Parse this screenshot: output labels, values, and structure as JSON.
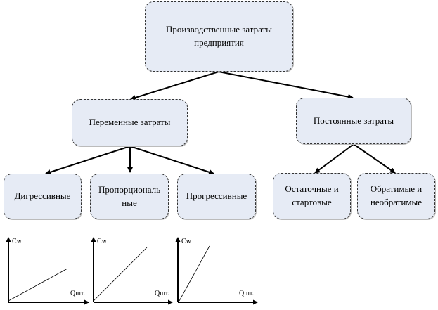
{
  "diagram": {
    "root": {
      "label": "Производственные затраты\nпредприятия"
    },
    "variable": {
      "label": "Переменные затраты"
    },
    "fixed": {
      "label": "Постоянные затраты"
    },
    "degressive": {
      "label": "Дигрессивные"
    },
    "proportional": {
      "label": "Пропорциональ\nные"
    },
    "progressive": {
      "label": "Прогрессивные"
    },
    "residual": {
      "label": "Остаточные и\nстартовые"
    },
    "reversible": {
      "label": "Обратимые и\nнеобратимые"
    }
  },
  "graphs": {
    "y_axis_label": "Cw",
    "x_axis_label": "Qшт."
  }
}
